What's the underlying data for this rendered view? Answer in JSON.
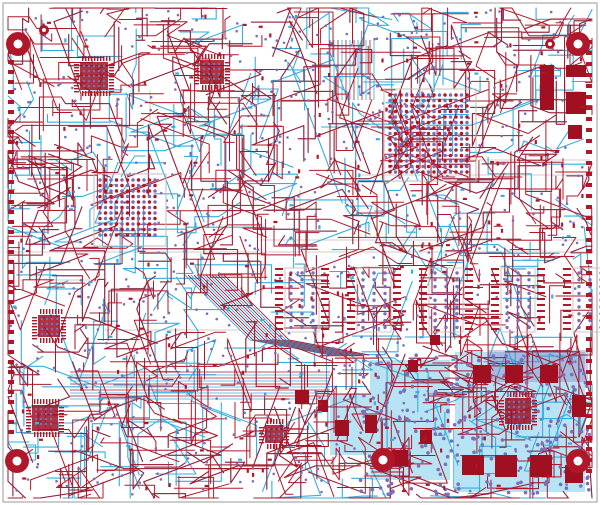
{
  "colors": {
    "background": "#ffffff",
    "top_copper": "#b0182a",
    "bottom_copper": "#35aee0",
    "via_fill": "#7a6fb8",
    "silkscreen": "#c7b8b8",
    "board_outline": "#9a9a9a",
    "mount_hole_ring": "#b0182a",
    "mount_hole_center": "#ffffff",
    "pad_dark": "#a01020"
  },
  "board": {
    "mounting_holes": 6,
    "bga_packages": 2,
    "qfp_packages": 6,
    "memory_chips": 5
  }
}
